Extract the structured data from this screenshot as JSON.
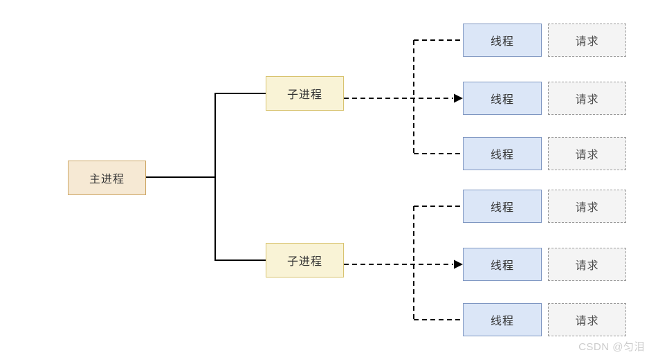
{
  "nodes": {
    "main": "主进程",
    "children": [
      "子进程",
      "子进程"
    ],
    "threads": [
      "线程",
      "线程",
      "线程",
      "线程",
      "线程",
      "线程"
    ],
    "requests": [
      "请求",
      "请求",
      "请求",
      "请求",
      "请求",
      "请求"
    ]
  },
  "watermark": "CSDN @匀泪",
  "colors": {
    "main-fill": "#f6e9d4",
    "main-border": "#cea766",
    "child-fill": "#f9f3d6",
    "child-border": "#d8c36f",
    "thread-fill": "#dbe6f7",
    "thread-border": "#7e96c1",
    "request-fill": "#f4f4f4",
    "request-border": "#999999",
    "request-text": "#4d4d4d",
    "label-text": "#333333",
    "line-color": "#000000",
    "watermark-color": "#cccccc"
  }
}
